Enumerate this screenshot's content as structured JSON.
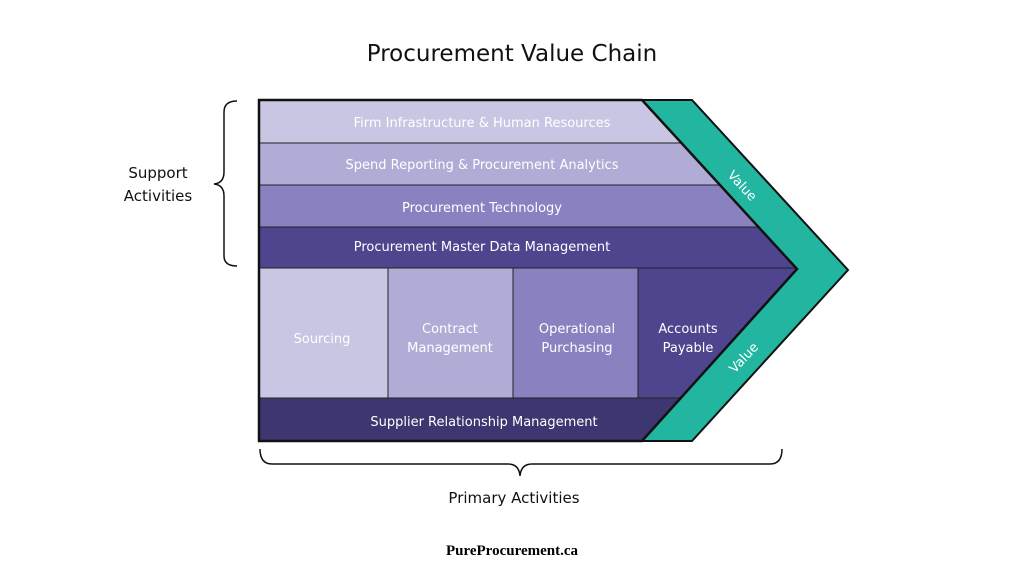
{
  "title": "Procurement Value Chain",
  "support_label": [
    "Support",
    "Activities"
  ],
  "primary_label": "Primary Activities",
  "support_activities": [
    "Firm Infrastructure & Human Resources",
    "Spend Reporting & Procurement Analytics",
    "Procurement Technology",
    "Procurement Master Data Management"
  ],
  "primary_activities": [
    [
      "Sourcing"
    ],
    [
      "Contract",
      "Management"
    ],
    [
      "Operational",
      "Purchasing"
    ],
    [
      "Accounts",
      "Payable"
    ]
  ],
  "bottom_bar": "Supplier Relationship Management",
  "value_labels": [
    "Value",
    "Value"
  ],
  "footer": "PureProcurement.ca",
  "colors": {
    "row1": "#c8c6e2",
    "row2": "#b0acd6",
    "row3": "#8a82c0",
    "row4": "#4e458e",
    "srm": "#3d3670",
    "value": "#22b5a0"
  }
}
